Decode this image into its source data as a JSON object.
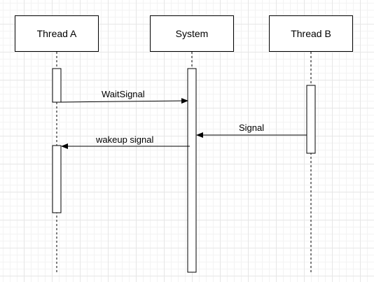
{
  "participants": [
    {
      "id": "thread_a",
      "label": "Thread A"
    },
    {
      "id": "system",
      "label": "System"
    },
    {
      "id": "thread_b",
      "label": "Thread B"
    }
  ],
  "messages": [
    {
      "id": "wait_signal",
      "label": "WaitSignal",
      "from": "Thread A",
      "to": "System"
    },
    {
      "id": "signal",
      "label": "Signal",
      "from": "Thread B",
      "to": "System"
    },
    {
      "id": "wakeup_signal",
      "label": "wakeup signal",
      "from": "System",
      "to": "Thread A"
    }
  ],
  "colors": {
    "line": "#000000",
    "grid_major": "#e6e6e6",
    "grid_minor": "#f3f3f3",
    "background": "#ffffff"
  }
}
